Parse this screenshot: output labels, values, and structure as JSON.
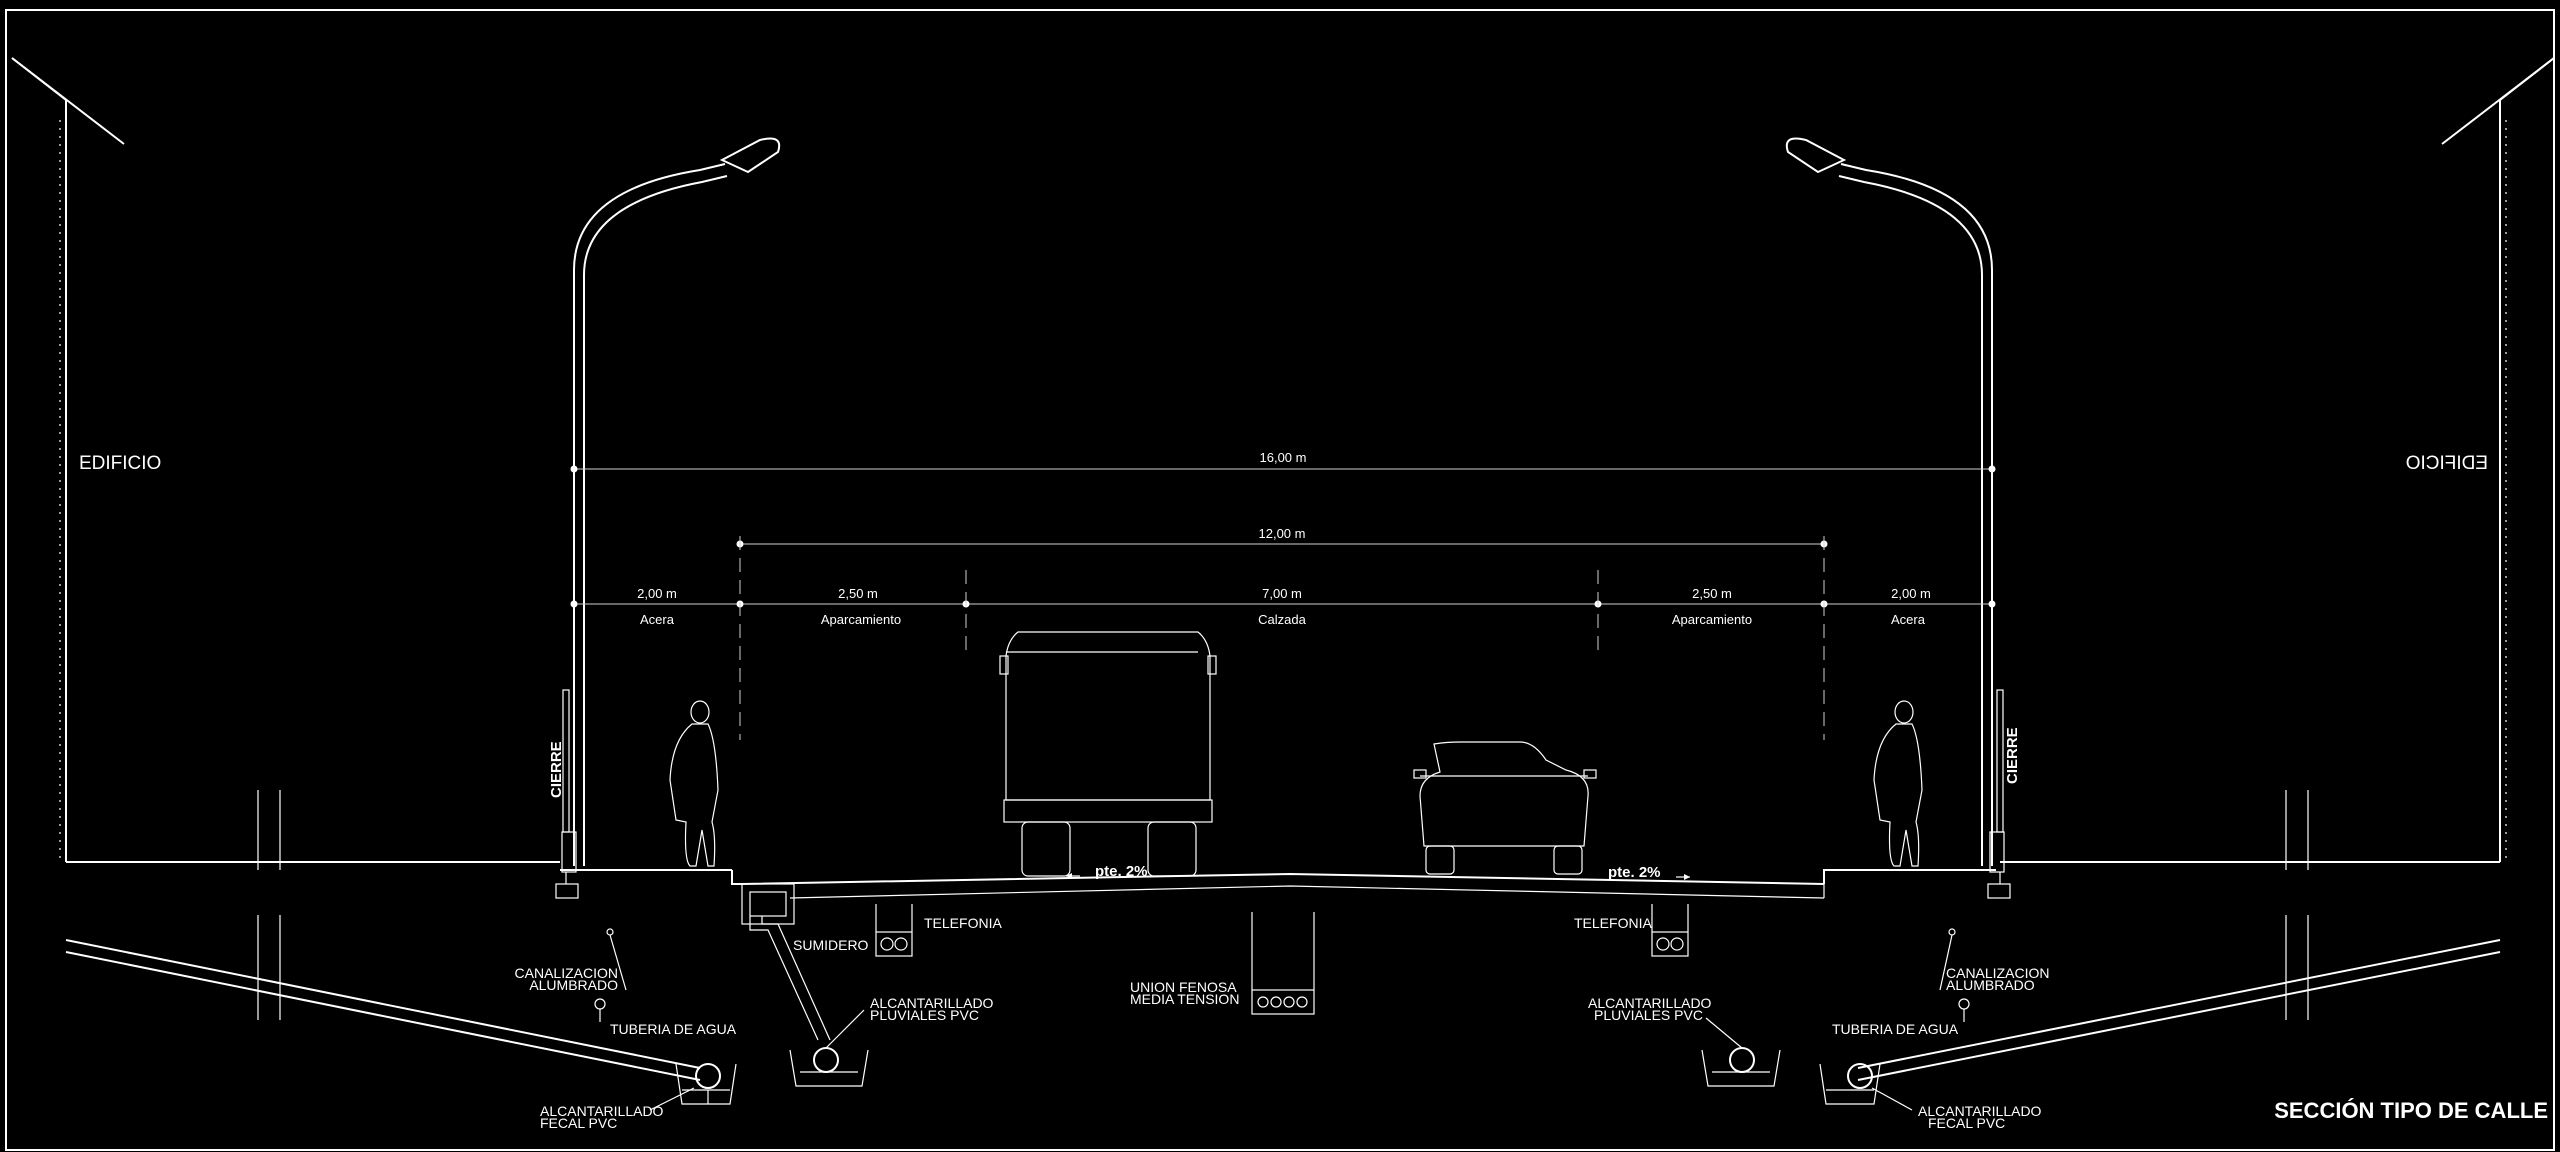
{
  "labels": {
    "building_left": "EDIFICIO",
    "building_right": "EDIFICIO",
    "cierre_left": "CIERRE",
    "cierre_right": "CIERRE",
    "slope_left": "pte. 2%",
    "slope_right": "pte. 2%",
    "sumidero": "SUMIDERO",
    "telefonia_left": "TELEFONIA",
    "telefonia_right": "TELEFONIA",
    "canalizacion_left": [
      "CANALIZACION",
      "ALUMBRADO"
    ],
    "canalizacion_right": [
      "CANALIZACION",
      "ALUMBRADO"
    ],
    "tuberia_left": "TUBERIA DE AGUA",
    "tuberia_right": "TUBERIA DE AGUA",
    "pluviales_left": [
      "ALCANTARILLADO",
      "PLUVIALES PVC"
    ],
    "pluviales_right": [
      "ALCANTARILLADO",
      "PLUVIALES PVC"
    ],
    "fecal_left": [
      "ALCANTARILLADO",
      "FECAL PVC"
    ],
    "fecal_right": [
      "ALCANTARILLADO",
      "FECAL PVC"
    ],
    "union_fenosa": [
      "UNION FENOSA",
      "MEDIA TENSION"
    ],
    "title": "SECCIÓN TIPO DE CALLE"
  },
  "dimensions": {
    "total": "16,00 m",
    "inner": "12,00 m",
    "segments": [
      {
        "value": "2,00 m",
        "name": "Acera"
      },
      {
        "value": "2,50 m",
        "name": "Aparcamiento"
      },
      {
        "value": "7,00 m",
        "name": "Calzada"
      },
      {
        "value": "2,50 m",
        "name": "Aparcamiento"
      },
      {
        "value": "2,00 m",
        "name": "Acera"
      }
    ]
  }
}
